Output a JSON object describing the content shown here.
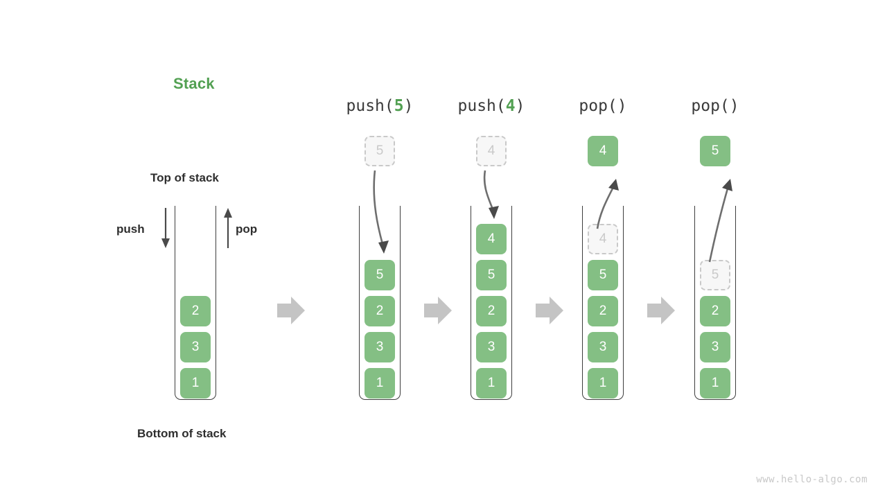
{
  "title": "Stack",
  "labels": {
    "top_of_stack": "Top of stack",
    "bottom_of_stack": "Bottom of stack",
    "push": "push",
    "pop": "pop"
  },
  "watermark": "www.hello-algo.com",
  "colors": {
    "accent_green": "#52a052",
    "box_green": "#84bf84",
    "ghost_gray": "#c9c9c9",
    "arrow_gray": "#c4c4c4",
    "text_dark": "#2e2e2e"
  },
  "columns": [
    {
      "id": "initial",
      "header_prefix": "",
      "header_arg": "",
      "header_suffix": "",
      "stack": [
        "2",
        "3",
        "1"
      ],
      "ghost_in_stack": null,
      "external_box": null
    },
    {
      "id": "push-5",
      "header_prefix": "push(",
      "header_arg": "5",
      "header_suffix": ")",
      "stack": [
        "5",
        "2",
        "3",
        "1"
      ],
      "ghost_in_stack": null,
      "external_box": {
        "value": "5",
        "style": "ghost"
      }
    },
    {
      "id": "push-4",
      "header_prefix": "push(",
      "header_arg": "4",
      "header_suffix": ")",
      "stack": [
        "4",
        "5",
        "2",
        "3",
        "1"
      ],
      "ghost_in_stack": null,
      "external_box": {
        "value": "4",
        "style": "ghost"
      }
    },
    {
      "id": "pop-1",
      "header_prefix": "pop(",
      "header_arg": "",
      "header_suffix": ")",
      "stack": [
        "5",
        "2",
        "3",
        "1"
      ],
      "ghost_in_stack": "4",
      "external_box": {
        "value": "4",
        "style": "solid"
      }
    },
    {
      "id": "pop-2",
      "header_prefix": "pop(",
      "header_arg": "",
      "header_suffix": ")",
      "stack": [
        "2",
        "3",
        "1"
      ],
      "ghost_in_stack": "5",
      "external_box": {
        "value": "5",
        "style": "solid"
      }
    }
  ]
}
